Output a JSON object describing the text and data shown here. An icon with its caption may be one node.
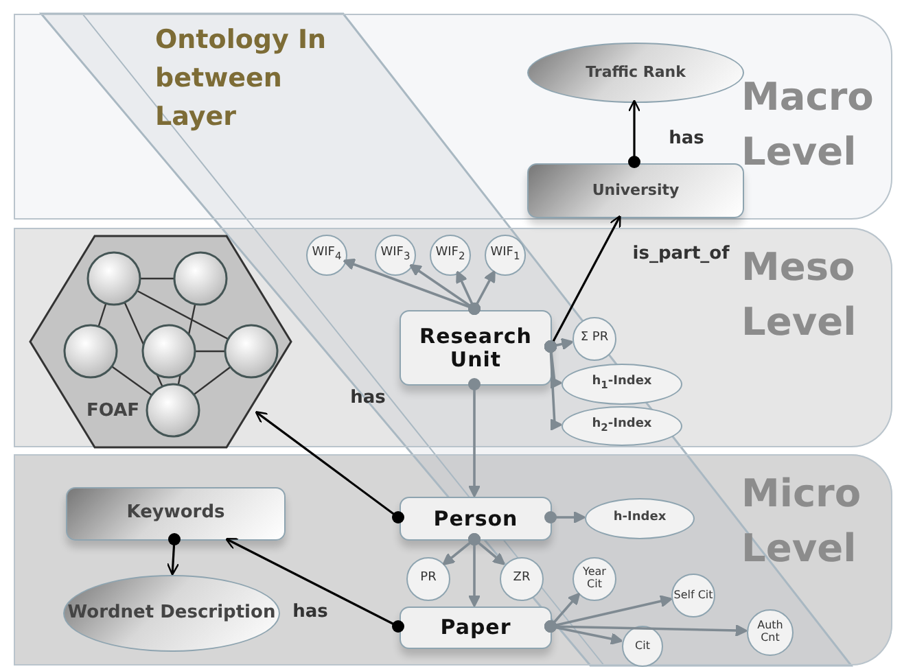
{
  "diagram": {
    "nodes": [
      {
        "text": [
          "Ontology In between Layer"
        ],
        "in": 1
      },
      {
        "text": [
          "Macro Level"
        ]
      },
      {
        "text": [
          "Meso Level"
        ]
      },
      {
        "text": [
          "Micro Level"
        ]
      },
      {
        "text": [
          "Traffic Rank"
        ],
        "in": 1
      },
      {
        "text": [
          "University"
        ],
        "in": 1
      },
      {
        "text": [
          "FOAF"
        ],
        "in": 2
      },
      {
        "text": [
          "WIF$_{4}$"
        ],
        "in": 2
      },
      {
        "text": [
          "WIF$_{3}$"
        ],
        "in": 2
      },
      {
        "text": [
          "WIF$_{2}$"
        ],
        "in": 2
      },
      {
        "text": [
          "WIF$_{1}$"
        ],
        "in": 2
      },
      {
        "text": [
          "Research Unit"
        ],
        "in": 2
      },
      {
        "text": [
          "Σ PR"
        ],
        "in": 2
      },
      {
        "text": [
          "h$_{1}$-Index"
        ],
        "in": 2
      },
      {
        "text": [
          "h$_{2}$-Index"
        ],
        "in": 2
      },
      {
        "text": [
          "Keywords"
        ],
        "in": 3
      },
      {
        "text": [
          "Wordnet Description"
        ],
        "in": 3
      },
      {
        "text": [
          "Person"
        ],
        "in": 3
      },
      {
        "text": [
          "h-Index"
        ],
        "in": 3
      },
      {
        "text": [
          "PR"
        ],
        "in": 3
      },
      {
        "text": [
          "ZR"
        ],
        "in": 3
      },
      {
        "text": [
          "Paper"
        ],
        "in": 3
      },
      {
        "text": [
          "Year Cit"
        ],
        "in": 3
      },
      {
        "text": [
          "Self Cit"
        ],
        "in": 3
      },
      {
        "text": [
          "Auth Cnt"
        ],
        "in": 3
      },
      {
        "text": [
          "Cit"
        ],
        "in": 3
      }
    ],
    "edges": [
      {
        "from": 5,
        "to": 4,
        "arrow": "to",
        "label": "has",
        "color": "#000000"
      },
      {
        "from": 11,
        "to": 5,
        "arrow": "to",
        "label": "is_part_of",
        "color": "#000000"
      },
      {
        "from": 11,
        "to": 7,
        "arrow": "to"
      },
      {
        "from": 11,
        "to": 8,
        "arrow": "to"
      },
      {
        "from": 11,
        "to": 9,
        "arrow": "to"
      },
      {
        "from": 11,
        "to": 10,
        "arrow": "to"
      },
      {
        "from": 11,
        "to": 12,
        "arrow": "to"
      },
      {
        "from": 11,
        "to": 13,
        "arrow": "to"
      },
      {
        "from": 11,
        "to": 14,
        "arrow": "to"
      },
      {
        "from": 11,
        "to": 17,
        "arrow": "to"
      },
      {
        "from": 17,
        "to": 6,
        "arrow": "to",
        "label": "has",
        "color": "#000000"
      },
      {
        "from": 17,
        "to": 18,
        "arrow": "to"
      },
      {
        "from": 17,
        "to": 19,
        "arrow": "to"
      },
      {
        "from": 17,
        "to": 20,
        "arrow": "to"
      },
      {
        "from": 17,
        "to": 21,
        "arrow": "to"
      },
      {
        "from": 21,
        "to": 15,
        "arrow": "to",
        "label": "has",
        "color": "#000000"
      },
      {
        "from": 15,
        "to": 16,
        "arrow": "to",
        "color": "#000000"
      },
      {
        "from": 21,
        "to": 22,
        "arrow": "to"
      },
      {
        "from": 21,
        "to": 23,
        "arrow": "to"
      },
      {
        "from": 21,
        "to": 24,
        "arrow": "to"
      },
      {
        "from": 21,
        "to": 25,
        "arrow": "to"
      }
    ]
  }
}
